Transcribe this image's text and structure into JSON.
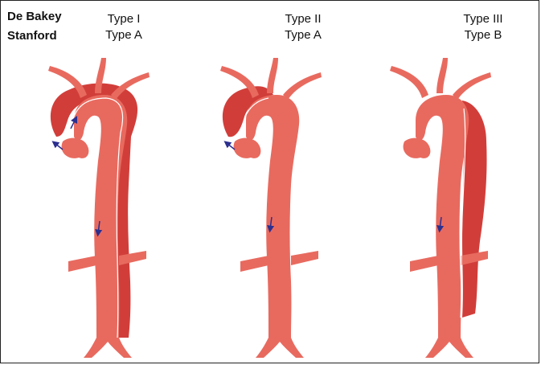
{
  "classifications": [
    "De Bakey",
    "Stanford"
  ],
  "types": [
    {
      "debakey": "Type I",
      "stanford": "Type A"
    },
    {
      "debakey": "Type II",
      "stanford": "Type A"
    },
    {
      "debakey": "Type III",
      "stanford": "Type B"
    }
  ],
  "colors": {
    "true_lumen": "#e86a5f",
    "false_lumen": "#d13e3a",
    "flow_arrow": "#2b2f8f",
    "intimal_flap": "#ffffff"
  },
  "icons": [
    "flow-arrow-icon"
  ]
}
